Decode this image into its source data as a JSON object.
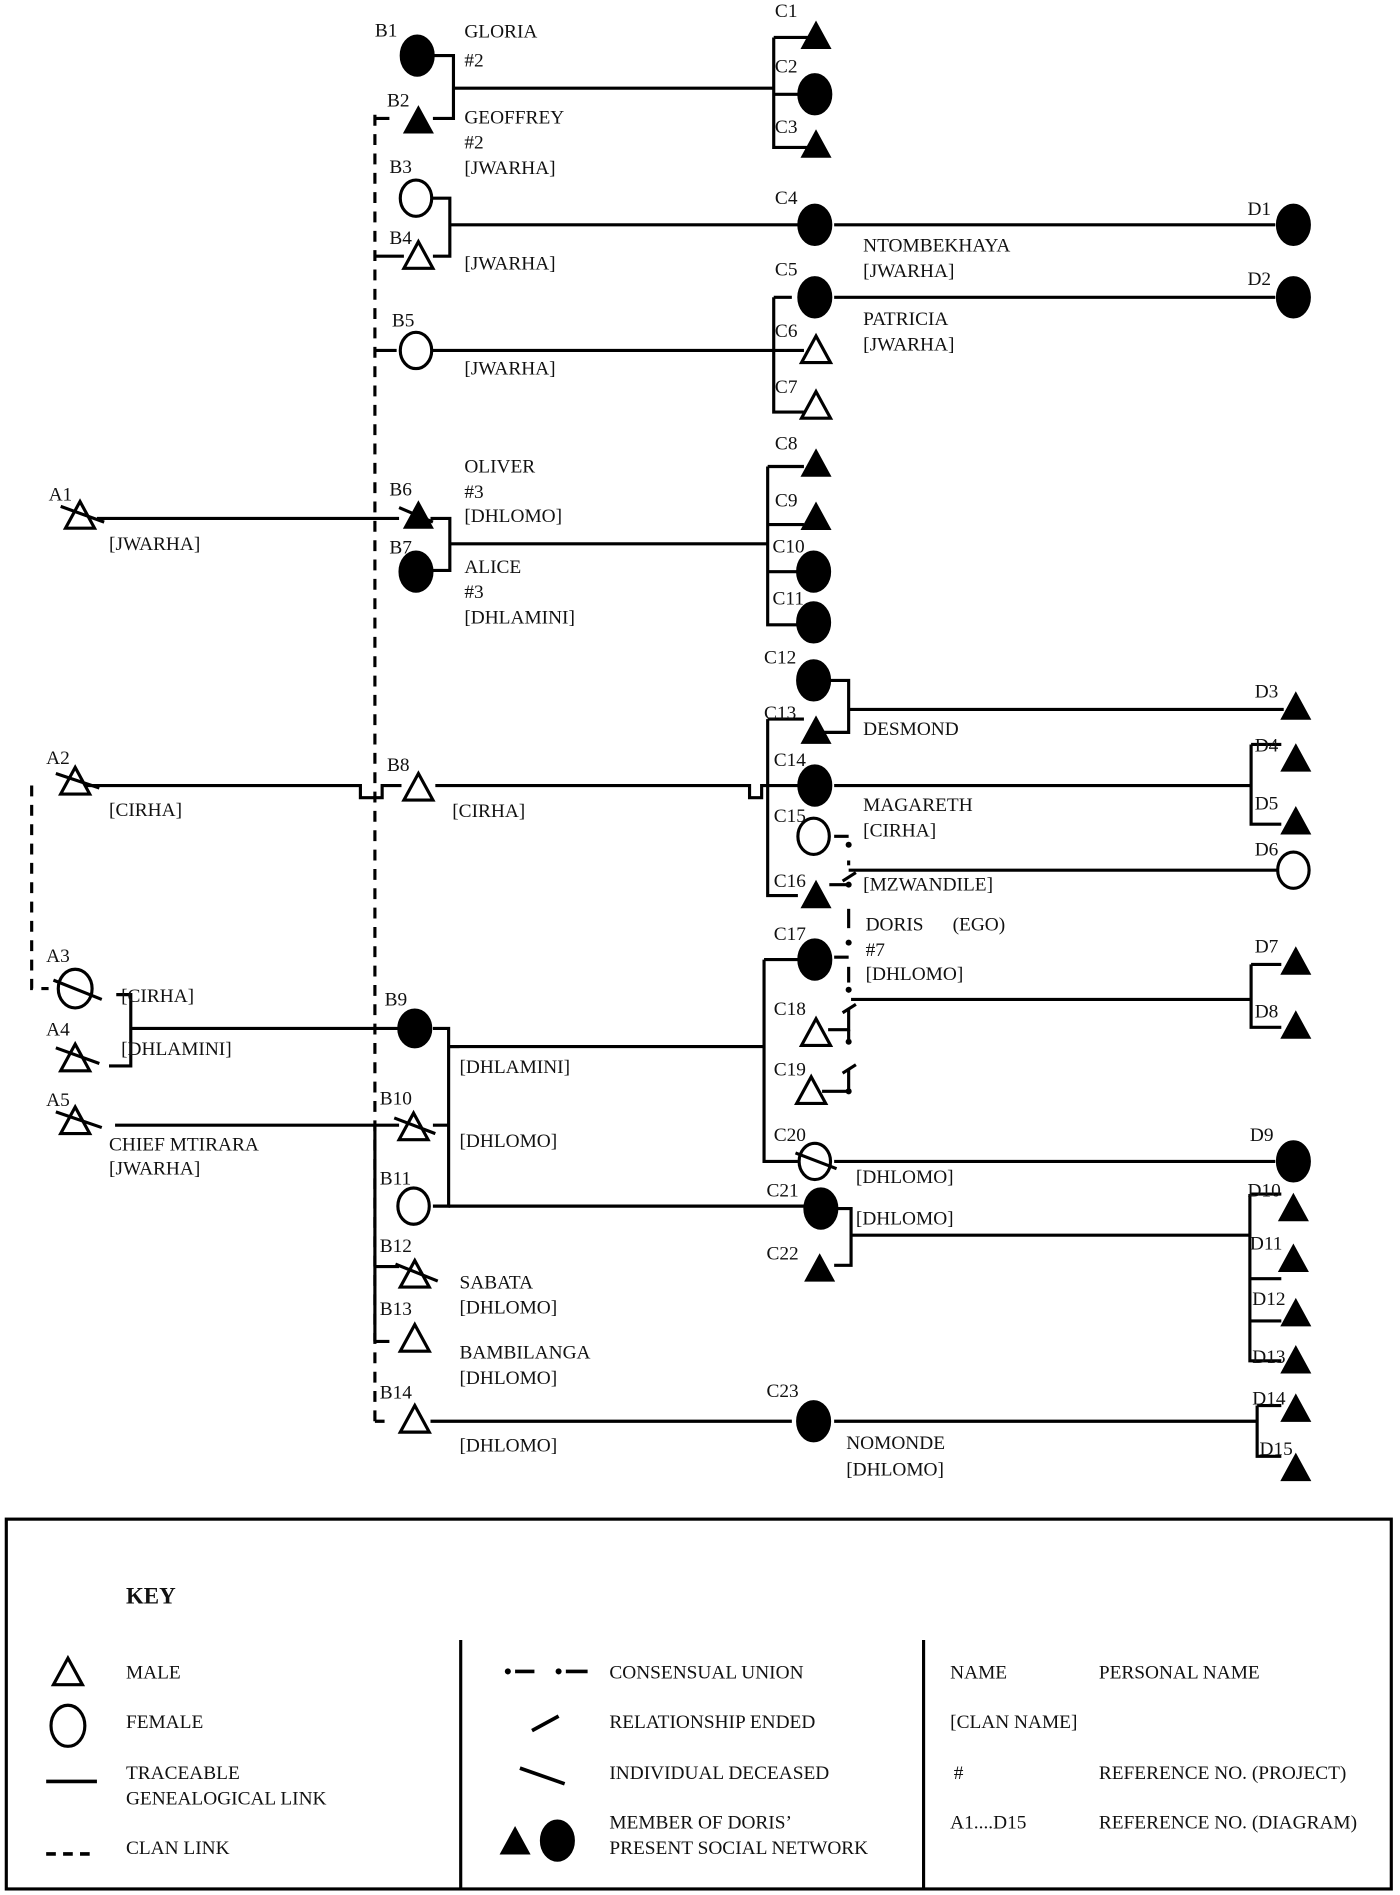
{
  "diagram": {
    "title": "Kinship diagram of Doris (Ego)",
    "people": {
      "A1": {
        "ref": "A1",
        "sex": "male",
        "deceased": true,
        "network": false,
        "clan": "[JWARHA]"
      },
      "A2": {
        "ref": "A2",
        "sex": "male",
        "deceased": true,
        "network": false,
        "clan": "[CIRHA]"
      },
      "A3": {
        "ref": "A3",
        "sex": "female",
        "deceased": true,
        "network": false,
        "clan": "[CIRHA]"
      },
      "A4": {
        "ref": "A4",
        "sex": "male",
        "deceased": true,
        "network": false,
        "clan": "[DHLAMINI]"
      },
      "A5": {
        "ref": "A5",
        "sex": "male",
        "deceased": true,
        "network": false,
        "name": "CHIEF MTIRARA",
        "clan": "[JWARHA]"
      },
      "B1": {
        "ref": "B1",
        "sex": "female",
        "network": true,
        "name": "GLORIA",
        "project": "#2"
      },
      "B2": {
        "ref": "B2",
        "sex": "male",
        "network": true,
        "name": "GEOFFREY",
        "project": "#2",
        "clan": "[JWARHA]"
      },
      "B3": {
        "ref": "B3",
        "sex": "female",
        "network": false
      },
      "B4": {
        "ref": "B4",
        "sex": "male",
        "network": false,
        "clan": "[JWARHA]"
      },
      "B5": {
        "ref": "B5",
        "sex": "female",
        "network": false,
        "clan": "[JWARHA]"
      },
      "B6": {
        "ref": "B6",
        "sex": "male",
        "network": true,
        "deceased": true,
        "name": "OLIVER",
        "project": "#3",
        "clan": "[DHLOMO]"
      },
      "B7": {
        "ref": "B7",
        "sex": "female",
        "network": true,
        "name": "ALICE",
        "project": "#3",
        "clan": "[DHLAMINI]"
      },
      "B8": {
        "ref": "B8",
        "sex": "male",
        "network": false,
        "clan": "[CIRHA]"
      },
      "B9": {
        "ref": "B9",
        "sex": "female",
        "network": true,
        "clan": "[DHLAMINI]"
      },
      "B10": {
        "ref": "B10",
        "sex": "male",
        "deceased": true,
        "network": false,
        "clan": "[DHLOMO]"
      },
      "B11": {
        "ref": "B11",
        "sex": "female",
        "network": false
      },
      "B12": {
        "ref": "B12",
        "sex": "male",
        "deceased": true,
        "network": false,
        "name": "SABATA",
        "clan": "[DHLOMO]"
      },
      "B13": {
        "ref": "B13",
        "sex": "male",
        "network": false,
        "name": "BAMBILANGA",
        "clan": "[DHLOMO]"
      },
      "B14": {
        "ref": "B14",
        "sex": "male",
        "network": false,
        "clan": "[DHLOMO]"
      },
      "C1": {
        "ref": "C1"
      },
      "C2": {
        "ref": "C2"
      },
      "C3": {
        "ref": "C3"
      },
      "C4": {
        "ref": "C4",
        "name": "NTOMBEKHAYA",
        "clan": "[JWARHA]"
      },
      "C5": {
        "ref": "C5",
        "name": "PATRICIA",
        "clan": "[JWARHA]"
      },
      "C6": {
        "ref": "C6"
      },
      "C7": {
        "ref": "C7"
      },
      "C8": {
        "ref": "C8"
      },
      "C9": {
        "ref": "C9"
      },
      "C10": {
        "ref": "C10"
      },
      "C11": {
        "ref": "C11"
      },
      "C12": {
        "ref": "C12"
      },
      "C13": {
        "ref": "C13",
        "name": "DESMOND"
      },
      "C14": {
        "ref": "C14",
        "name": "MAGARETH",
        "clan": "[CIRHA]"
      },
      "C15": {
        "ref": "C15"
      },
      "C16": {
        "ref": "C16",
        "clan": "[MZWANDILE]"
      },
      "C17": {
        "ref": "C17",
        "name": "DORIS",
        "ego": "(EGO)",
        "project": "#7",
        "clan": "[DHLOMO]"
      },
      "C18": {
        "ref": "C18"
      },
      "C19": {
        "ref": "C19"
      },
      "C20": {
        "ref": "C20",
        "clan": "[DHLOMO]"
      },
      "C21": {
        "ref": "C21",
        "clan": "[DHLOMO]"
      },
      "C22": {
        "ref": "C22"
      },
      "C23": {
        "ref": "C23",
        "name": "NOMONDE",
        "clan": "[DHLOMO]"
      },
      "D1": {
        "ref": "D1"
      },
      "D2": {
        "ref": "D2"
      },
      "D3": {
        "ref": "D3"
      },
      "D4": {
        "ref": "D4"
      },
      "D5": {
        "ref": "D5"
      },
      "D6": {
        "ref": "D6"
      },
      "D7": {
        "ref": "D7"
      },
      "D8": {
        "ref": "D8"
      },
      "D9": {
        "ref": "D9"
      },
      "D10": {
        "ref": "D10"
      },
      "D11": {
        "ref": "D11"
      },
      "D12": {
        "ref": "D12"
      },
      "D13": {
        "ref": "D13"
      },
      "D14": {
        "ref": "D14"
      },
      "D15": {
        "ref": "D15"
      }
    },
    "b9_clan": "[DHLAMINI]",
    "b10_clan": "[DHLOMO]"
  },
  "key": {
    "title": "KEY",
    "col1": {
      "male": "MALE",
      "female": "FEMALE",
      "traceable_1": "TRACEABLE",
      "traceable_2": "GENEALOGICAL LINK",
      "clan_link": "CLAN LINK"
    },
    "col2": {
      "consensual": "CONSENSUAL UNION",
      "ended": "RELATIONSHIP ENDED",
      "deceased": "INDIVIDUAL DECEASED",
      "member_1": "MEMBER OF DORIS’",
      "member_2": "PRESENT SOCIAL NETWORK"
    },
    "col3": {
      "name_sym": "NAME",
      "name_desc": "PERSONAL NAME",
      "clan_sym": "[CLAN NAME]",
      "hash_sym": "#",
      "hash_desc": "REFERENCE NO. (PROJECT)",
      "ref_sym": "A1....D15",
      "ref_desc": "REFERENCE NO. (DIAGRAM)"
    }
  }
}
